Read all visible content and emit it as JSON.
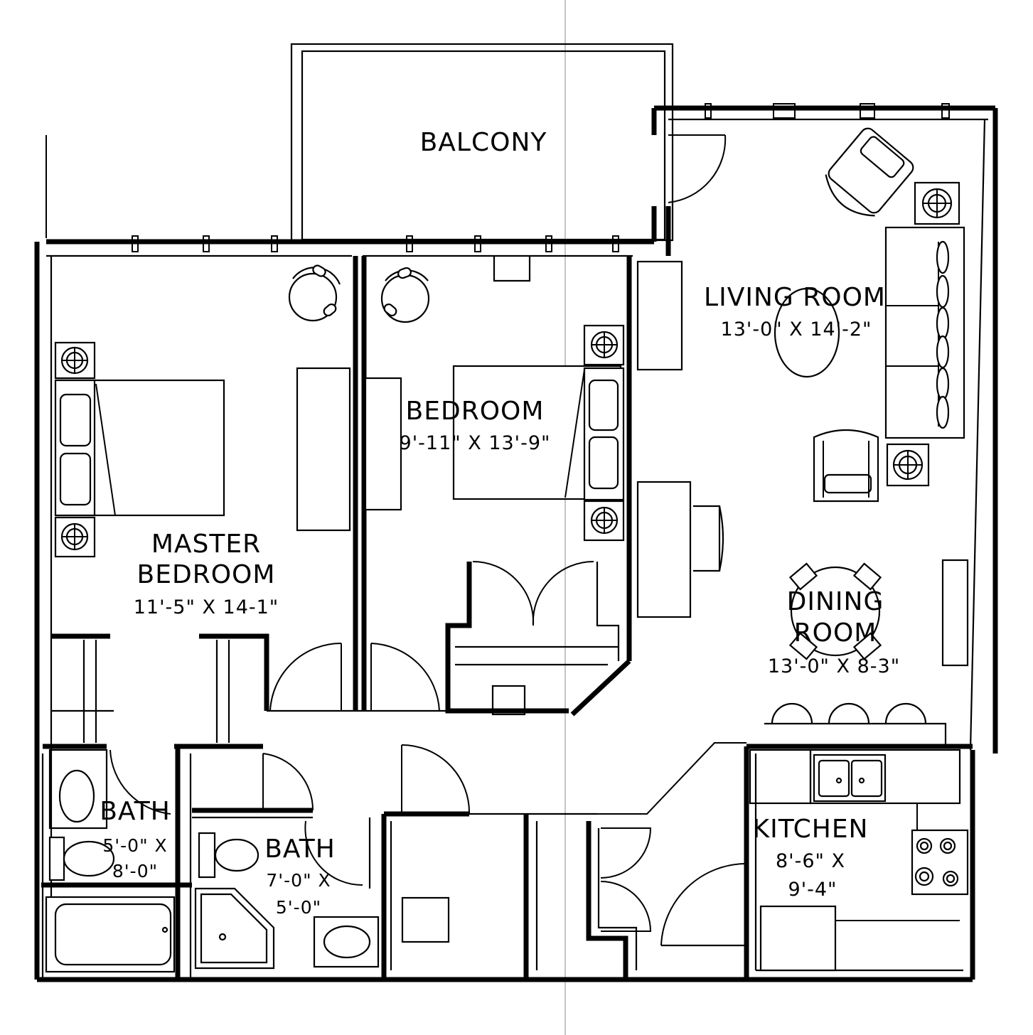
{
  "rooms": {
    "balcony": {
      "name": "BALCONY"
    },
    "living_room": {
      "name": "LIVING ROOM",
      "size": "13'-0\" X 14'-2\""
    },
    "bedroom": {
      "name": "BEDROOM",
      "size": "9'-11\" X 13'-9\""
    },
    "master_bedroom": {
      "name_line1": "MASTER",
      "name_line2": "BEDROOM",
      "size": "11'-5\" X 14-1\""
    },
    "dining_room": {
      "name_line1": "DINING",
      "name_line2": "ROOM",
      "size": "13'-0\" X 8-3\""
    },
    "kitchen": {
      "name": "KITCHEN",
      "size_line1": "8'-6\" X",
      "size_line2": "9'-4\""
    },
    "master_bath": {
      "name": "BATH",
      "size_line1": "5'-0\" X",
      "size_line2": "8'-0\""
    },
    "bath": {
      "name": "BATH",
      "size_line1": "7'-0\" X",
      "size_line2": "5'-0\""
    }
  },
  "colors": {
    "ink": "#000000",
    "paper": "#ffffff"
  }
}
